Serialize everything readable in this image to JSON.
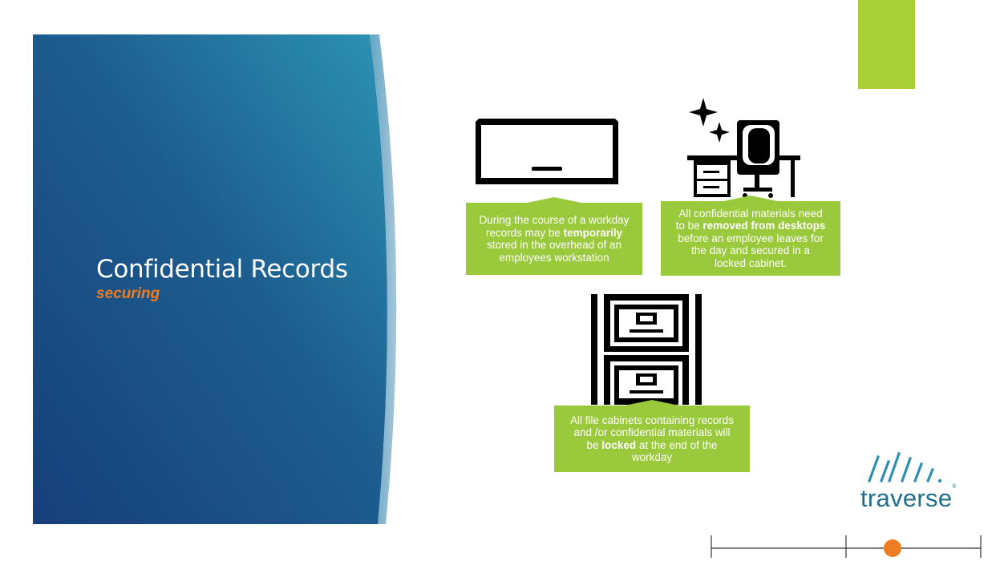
{
  "slide": {
    "title": "Confidential Records",
    "subtitle": "securing"
  },
  "captions": {
    "overhead": {
      "line1": "During the course of a workday",
      "line2_pre": "records may be ",
      "line2_bold": "temporarily",
      "line3": "stored in the overhead of an",
      "line4": "employees workstation"
    },
    "desk": {
      "line1": "All confidential materials need",
      "line2_pre": "to be ",
      "line2_bold": "removed from desktops",
      "line3": "before an employee leaves for",
      "line4": "the day and secured in a",
      "line5": "locked cabinet."
    },
    "cabinet": {
      "line1": "All file cabinets containing records",
      "line2": "and /or confidential materials will",
      "line3_pre": "be ",
      "line3_bold": "locked",
      "line3_post": " at the end of the",
      "line4": "workday"
    }
  },
  "logo": {
    "text": "traverse",
    "mark": "®"
  },
  "colors": {
    "accent_green": "#a8cf35",
    "caption_green": "#9ac93c",
    "subtitle_orange": "#ee7d22",
    "panel_dark": "#163f7a",
    "panel_light": "#2a8fb0",
    "logo_blue": "#1f6e8c"
  },
  "icons": [
    "overhead-cabinet-icon",
    "clean-desk-icon",
    "file-cabinet-icon",
    "traverse-logo-icon"
  ]
}
